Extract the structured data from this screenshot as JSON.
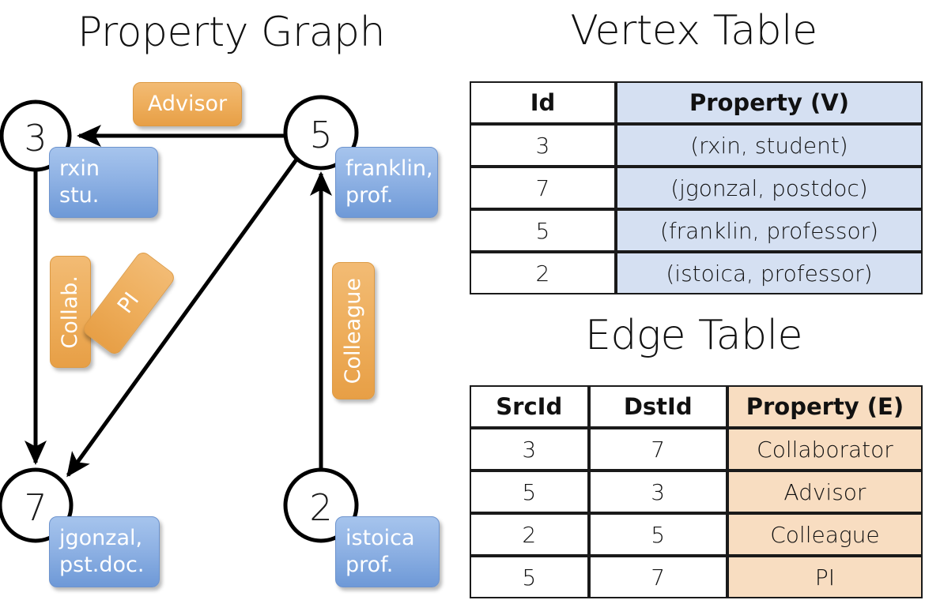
{
  "titles": {
    "property_graph": "Property Graph",
    "vertex_table": "Vertex Table",
    "edge_table": "Edge Table"
  },
  "graph": {
    "vertices": [
      {
        "id": "3",
        "name": "rxin",
        "role": "stu.",
        "label_line1": "rxin",
        "label_line2": "stu."
      },
      {
        "id": "5",
        "name": "franklin",
        "role": "prof.",
        "label_line1": "franklin,",
        "label_line2": "prof."
      },
      {
        "id": "7",
        "name": "jgonzal",
        "role": "pst.doc.",
        "label_line1": "jgonzal,",
        "label_line2": "pst.doc."
      },
      {
        "id": "2",
        "name": "istoica",
        "role": "prof.",
        "label_line1": "istoica",
        "label_line2": "prof."
      }
    ],
    "edge_labels": {
      "advisor": "Advisor",
      "collab": "Collab.",
      "pi": "PI",
      "colleague": "Colleague"
    },
    "edges": [
      {
        "src": "5",
        "dst": "3",
        "label": "Advisor"
      },
      {
        "src": "3",
        "dst": "7",
        "label": "Collab."
      },
      {
        "src": "5",
        "dst": "7",
        "label": "PI"
      },
      {
        "src": "2",
        "dst": "5",
        "label": "Colleague"
      }
    ]
  },
  "colors": {
    "vertex_property_fill": "#d5e0f2",
    "edge_property_fill": "#f8ddc1",
    "chip_blue": "#8fb2e4",
    "chip_orange": "#eeae5c",
    "stroke": "#000000"
  },
  "vertex_table": {
    "headers": [
      "Id",
      "Property (V)"
    ],
    "rows": [
      {
        "id": "3",
        "property": "(rxin, student)"
      },
      {
        "id": "7",
        "property": "(jgonzal, postdoc)"
      },
      {
        "id": "5",
        "property": "(franklin, professor)"
      },
      {
        "id": "2",
        "property": "(istoica, professor)"
      }
    ]
  },
  "edge_table": {
    "headers": [
      "SrcId",
      "DstId",
      "Property (E)"
    ],
    "rows": [
      {
        "src": "3",
        "dst": "7",
        "property": "Collaborator"
      },
      {
        "src": "5",
        "dst": "3",
        "property": "Advisor"
      },
      {
        "src": "2",
        "dst": "5",
        "property": "Colleague"
      },
      {
        "src": "5",
        "dst": "7",
        "property": "PI"
      }
    ]
  }
}
